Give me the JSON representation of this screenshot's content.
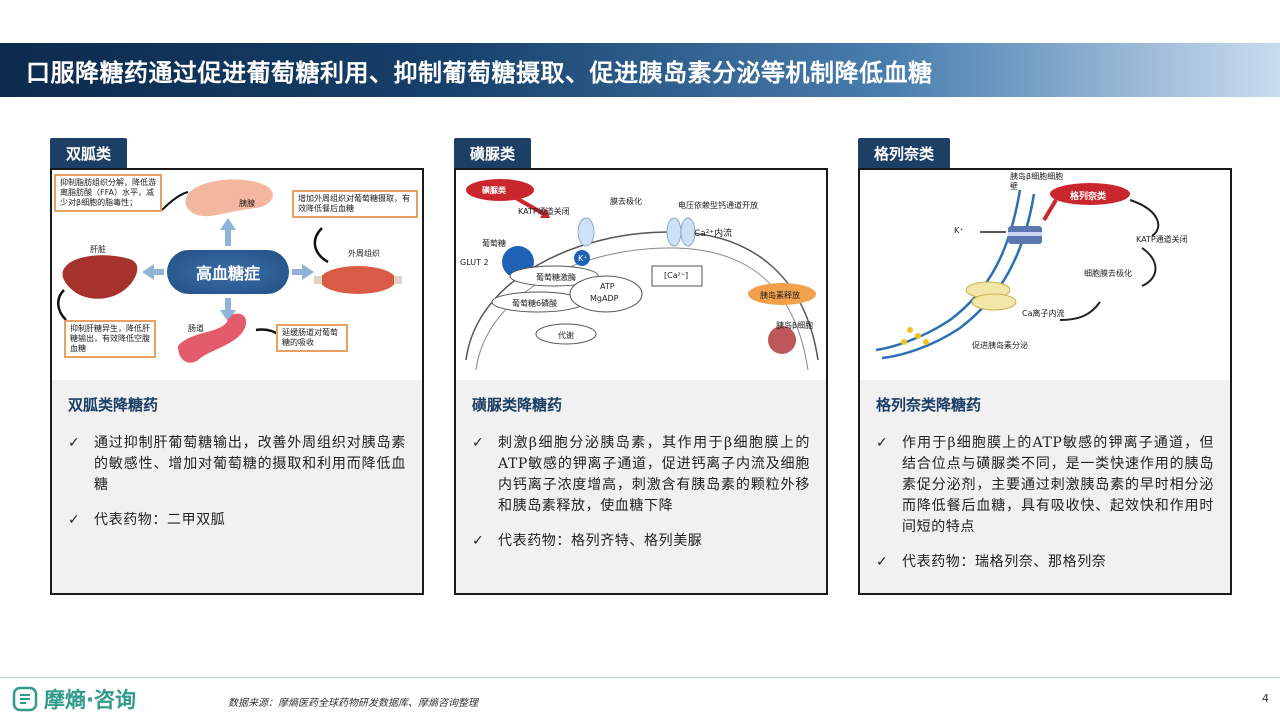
{
  "title": "口服降糖药通过促进葡萄糖利用、抑制葡萄糖摄取、促进胰岛素分泌等机制降低血糖",
  "cards": [
    {
      "tab": "双胍类",
      "figure": {
        "center": "高血糖症",
        "labels": {
          "pancreas": "胰腺",
          "liver": "肝脏",
          "muscle": "外周组织",
          "intestine": "肠道"
        },
        "callouts": {
          "top_left": "抑制脂肪组织分解，降低游离脂肪酸（FFA）水平，减少对β细胞的脂毒性；",
          "top_right": "增加外周组织对葡萄糖摄取，有效降低餐后血糖",
          "bottom_left": "抑制肝糖异生，降低肝糖输出，有效降低空腹血糖",
          "bottom_right": "延缓肠道对葡萄糖的吸收"
        }
      },
      "subtitle": "双胍类降糖药",
      "points": [
        "通过抑制肝葡萄糖输出，改善外周组织对胰岛素的敏感性、增加对葡萄糖的摄取和利用而降低血糖",
        "代表药物：二甲双胍"
      ]
    },
    {
      "tab": "磺脲类",
      "figure": {
        "drug": "磺脲类",
        "k_atp": "KATP通道关闭",
        "depol": "膜去极化",
        "vdcc": "电压依赖型钙通道开放",
        "ca_in": "Ca²⁺内流",
        "glut2": "GLUT 2",
        "glucose": "葡萄糖",
        "k": "K⁺",
        "hexokinase": "葡萄糖激酶",
        "g6p": "葡萄糖6磷酸",
        "atp": "ATP",
        "mgadp": "MgADP",
        "ca_box": "[Ca²⁺]",
        "metab": "代谢",
        "release": "胰岛素释放",
        "beta": "胰岛β细胞"
      },
      "subtitle": "磺脲类降糖药",
      "points": [
        "刺激β细胞分泌胰岛素，其作用于β细胞膜上的ATP敏感的钾离子通道，促进钙离子内流及细胞内钙离子浓度增高，刺激含有胰岛素的颗粒外移和胰岛素释放，使血糖下降",
        "代表药物：格列齐特、格列美脲"
      ]
    },
    {
      "tab": "格列奈类",
      "figure": {
        "membrane": "胰岛β细胞细胞壁",
        "drug": "格列奈类",
        "k": "K⁺",
        "k_atp": "KATP通道关闭",
        "depol": "细胞膜去极化",
        "ca": "Ca离子内流",
        "secretion": "促进胰岛素分泌"
      },
      "subtitle": "格列奈类降糖药",
      "points": [
        "作用于β细胞膜上的ATP敏感的钾离子通道，但结合位点与磺脲类不同，是一类快速作用的胰岛素促分泌剂，主要通过刺激胰岛素的早时相分泌而降低餐后血糖，具有吸收快、起效快和作用时间短的特点",
        "代表药物：瑞格列奈、那格列奈"
      ]
    }
  ],
  "footer": {
    "logo": "摩熵·咨询",
    "source": "数据来源：摩熵医药全球药物研发数据库、摩熵咨询整理",
    "page": "4"
  },
  "colors": {
    "navy": "#1c3f66",
    "accent": "#e8a063",
    "teal": "#2f9b8b"
  }
}
